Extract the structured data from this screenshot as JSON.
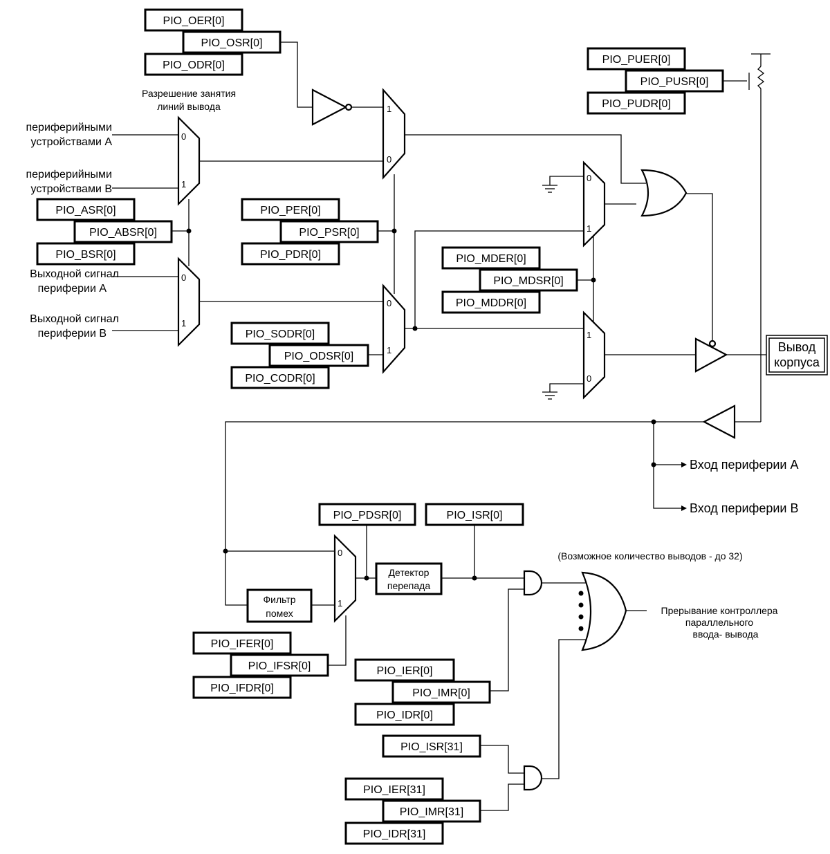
{
  "registers": {
    "oer": "PIO_OER[0]",
    "osr": "PIO_OSR[0]",
    "odr": "PIO_ODR[0]",
    "puer": "PIO_PUER[0]",
    "pusr": "PIO_PUSR[0]",
    "pudr": "PIO_PUDR[0]",
    "asr": "PIO_ASR[0]",
    "absr": "PIO_ABSR[0]",
    "bsr": "PIO_BSR[0]",
    "per": "PIO_PER[0]",
    "psr": "PIO_PSR[0]",
    "pdr": "PIO_PDR[0]",
    "mder": "PIO_MDER[0]",
    "mdsr": "PIO_MDSR[0]",
    "mddr": "PIO_MDDR[0]",
    "sodr": "PIO_SODR[0]",
    "odsr": "PIO_ODSR[0]",
    "codr": "PIO_CODR[0]",
    "pdsr": "PIO_PDSR[0]",
    "isr0": "PIO_ISR[0]",
    "ifer": "PIO_IFER[0]",
    "ifsr": "PIO_IFSR[0]",
    "ifdr": "PIO_IFDR[0]",
    "ier0": "PIO_IER[0]",
    "imr0": "PIO_IMR[0]",
    "idr0": "PIO_IDR[0]",
    "isr31": "PIO_ISR[31]",
    "ier31": "PIO_IER[31]",
    "imr31": "PIO_IMR[31]",
    "idr31": "PIO_IDR[31]"
  },
  "labels": {
    "output_enable": [
      "Разрешение занятия",
      "линий вывода"
    ],
    "periph_a": [
      "периферийными",
      "устройствами А"
    ],
    "periph_b": [
      "периферийными",
      "устройствами В"
    ],
    "out_a": [
      "Выходной сигнал",
      "периферии А"
    ],
    "out_b": [
      "Выходной сигнал",
      "периферии В"
    ],
    "pad": [
      "Вывод",
      "корпуса"
    ],
    "in_a": "Вход периферии А",
    "in_b": "Вход периферии В",
    "max_pins": "(Возможное количество выводов - до 32)",
    "edge_detector": [
      "Детектор",
      "перепада"
    ],
    "glitch_filter": [
      "Фильтр",
      "помех"
    ],
    "interrupt": [
      "Прерывание контроллера",
      "параллельного",
      "ввода- вывода"
    ]
  },
  "mux_inputs": {
    "zero": "0",
    "one": "1"
  }
}
